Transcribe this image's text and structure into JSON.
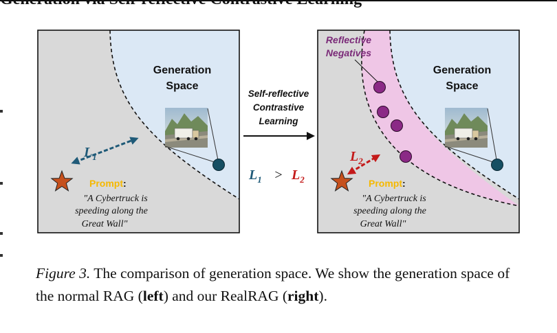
{
  "header": {
    "title": "Generation via Self-reflective Contrastive Learning"
  },
  "figure": {
    "left_panel": {
      "region_label_line1": "Generation",
      "region_label_line2": "Space",
      "distance_label": "L",
      "distance_subscript": "1",
      "prompt_label": "Prompt",
      "prompt_colon": ":",
      "prompt_line1": "\"A Cybertruck is",
      "prompt_line2": "speeding along the",
      "prompt_line3": "Great Wall\""
    },
    "arrow": {
      "line1": "Self-reflective",
      "line2": "Contrastive",
      "line3": "Learning"
    },
    "comparison": {
      "left_symbol": "L",
      "left_subscript": "1",
      "operator": ">",
      "right_symbol": "L",
      "right_subscript": "2"
    },
    "right_panel": {
      "negatives_line1": "Reflective",
      "negatives_line2": "Negatives",
      "region_label_line1": "Generation",
      "region_label_line2": "Space",
      "distance_label": "L",
      "distance_subscript": "2",
      "prompt_label": "Prompt",
      "prompt_colon": ":",
      "prompt_line1": "\"A Cybertruck is",
      "prompt_line2": "speeding along the",
      "prompt_line3": "Great Wall\""
    },
    "colors": {
      "panel_background": "#d9d9d9",
      "generation_space": "#dbe8f5",
      "negatives_band": "#efc6e6",
      "negative_dot": "#8b2a86",
      "target_dot": "#164f63",
      "star": "#c6501c",
      "prompt_label": "#f5b800",
      "l1_color": "#1f5a78",
      "l2_color": "#c41a1a",
      "negatives_text": "#7a2a78"
    }
  },
  "caption": {
    "figure_label": "Figure 3.",
    "text_part1": " The comparison of generation space. We show the generation space of the normal RAG (",
    "left_word": "left",
    "text_part2": ") and our RealRAG (",
    "right_word": "right",
    "text_part3": ")."
  }
}
